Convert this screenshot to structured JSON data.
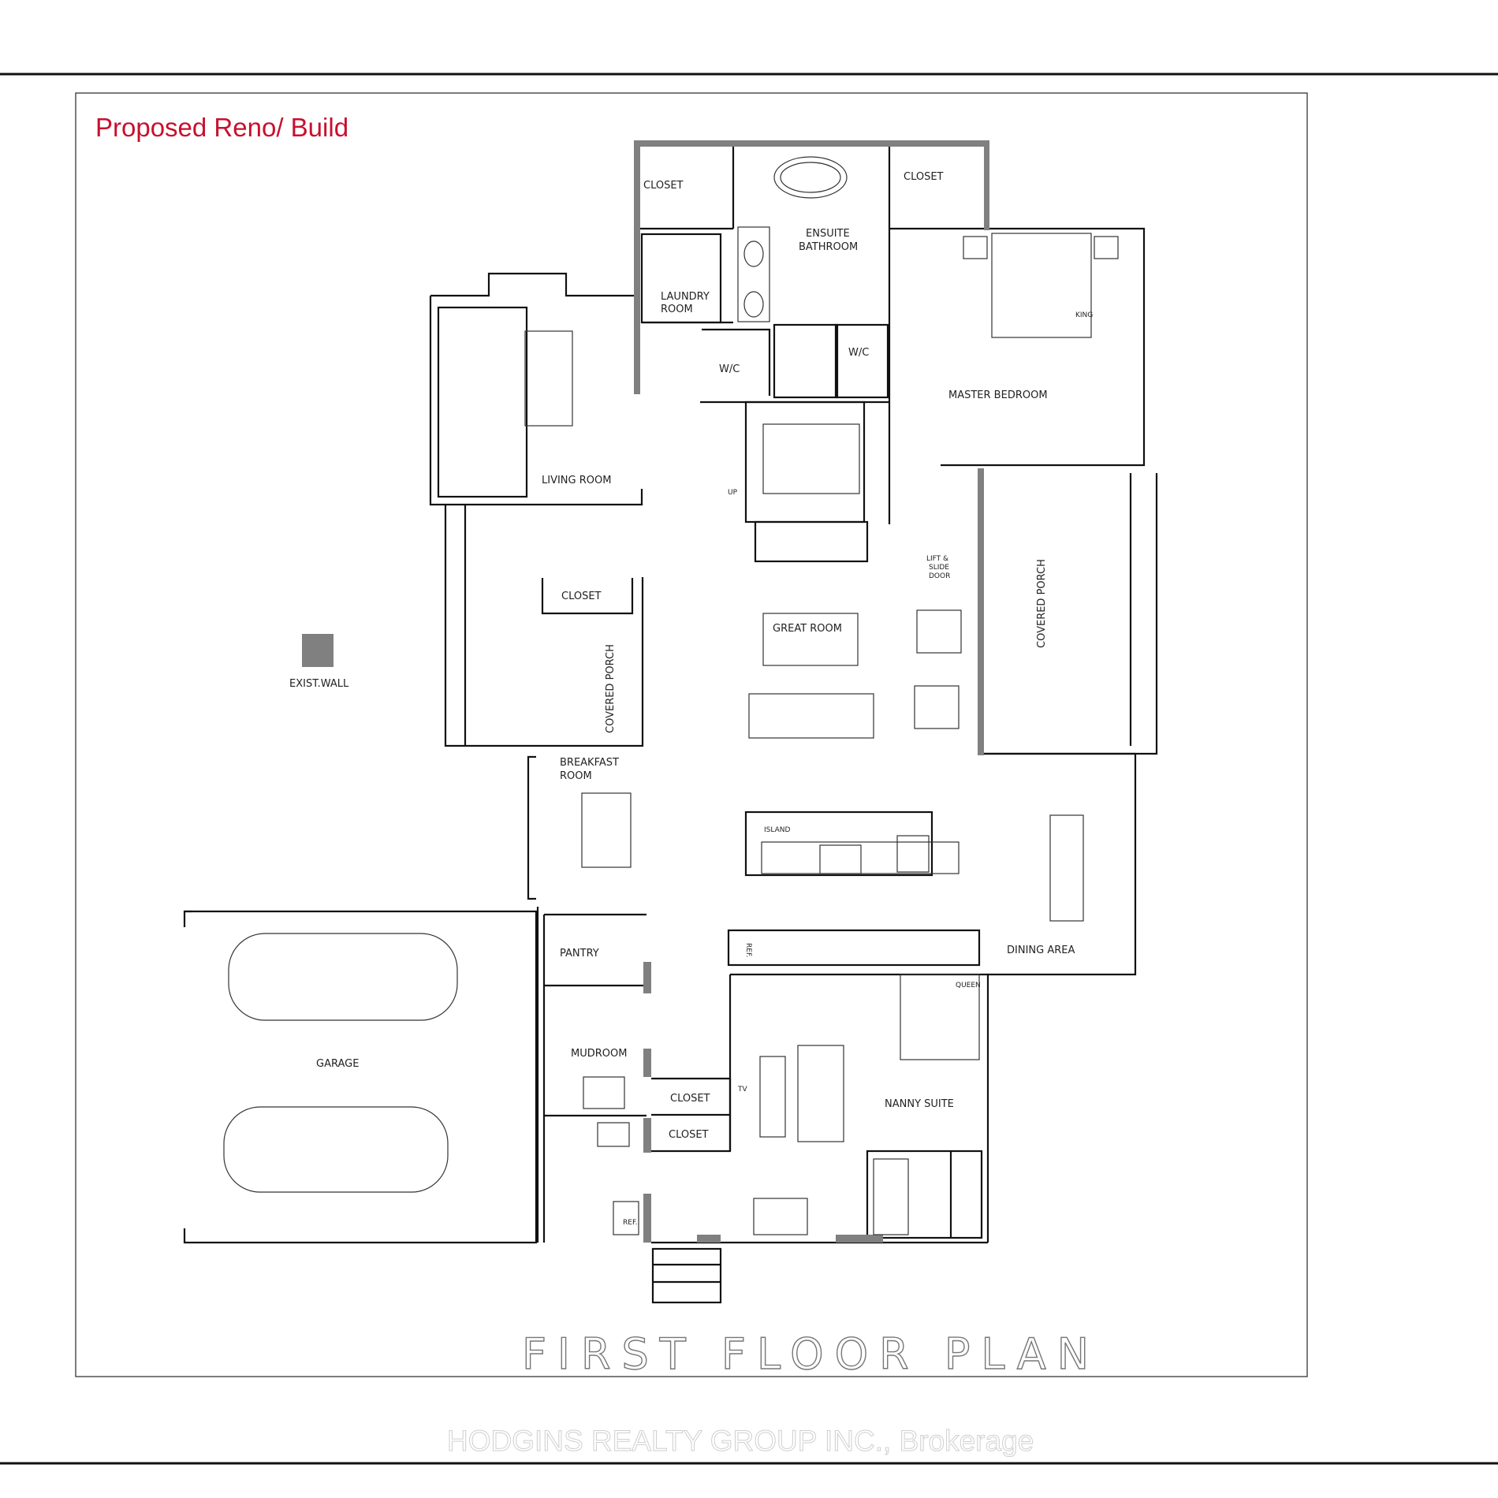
{
  "header_title": "Proposed Reno/ Build",
  "plan_title": "FIRST FLOOR PLAN",
  "watermark": "HODGINS REALTY GROUP INC., Brokerage",
  "legend": {
    "exist_wall": "EXIST.WALL"
  },
  "rooms": {
    "closet_nw": "CLOSET",
    "closet_ne": "CLOSET",
    "ensuite_1": "ENSUITE",
    "ensuite_2": "BATHROOM",
    "laundry_1": "LAUNDRY",
    "laundry_2": "ROOM",
    "wc_left": "W/C",
    "wc_right": "W/C",
    "master_bedroom": "MASTER BEDROOM",
    "living_room": "LIVING ROOM",
    "up": "UP",
    "closet_mid": "CLOSET",
    "covered_porch_left": "COVERED PORCH",
    "covered_porch_right": "COVERED PORCH",
    "great_room": "GREAT ROOM",
    "lift_1": "LIFT &",
    "lift_2": "SLIDE",
    "lift_3": "DOOR",
    "breakfast_1": "BREAKFAST",
    "breakfast_2": "ROOM",
    "island": "ISLAND",
    "ref_kitchen": "REF.",
    "dining_area": "DINING AREA",
    "pantry": "PANTRY",
    "mudroom": "MUDROOM",
    "garage": "GARAGE",
    "closet_lower_1": "CLOSET",
    "closet_lower_2": "CLOSET",
    "tv": "TV",
    "nanny_suite": "NANNY SUITE",
    "queen": "QUEEN",
    "king": "KING",
    "ref_nanny": "REF."
  },
  "colors": {
    "title_red": "#c8102e",
    "wall": "#111111",
    "exist_wall": "#808080"
  }
}
